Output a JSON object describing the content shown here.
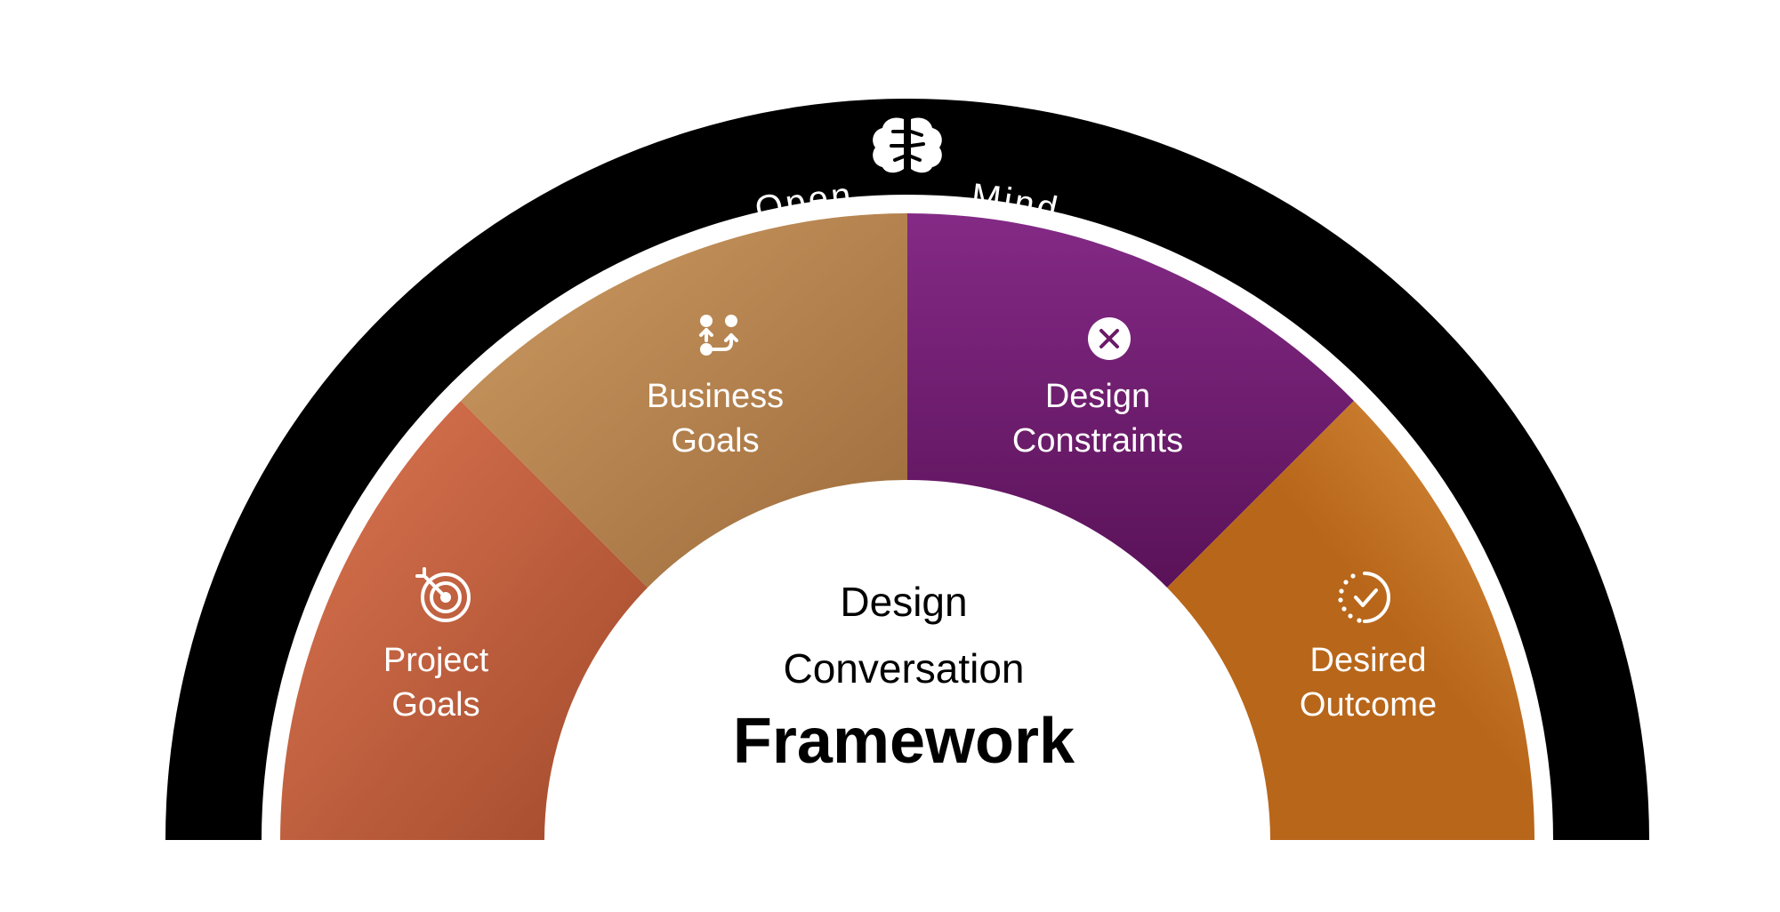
{
  "ring": {
    "left_word": "Open",
    "right_word": "Mind",
    "icon": "brain-icon",
    "color": "#000000"
  },
  "segments": [
    {
      "id": "project-goals",
      "line1": "Project",
      "line2": "Goals",
      "icon": "target-icon",
      "color_light": "#dc7552",
      "color_dark": "#a14a2b"
    },
    {
      "id": "business-goals",
      "line1": "Business",
      "line2": "Goals",
      "icon": "workflow-icon",
      "color_light": "#cd9a62",
      "color_dark": "#9c6b3b"
    },
    {
      "id": "design-constraints",
      "line1": "Design",
      "line2": "Constraints",
      "icon": "close-circle-icon",
      "color_light": "#842a86",
      "color_dark": "#5a1258"
    },
    {
      "id": "desired-outcome",
      "line1": "Desired",
      "line2": "Outcome",
      "icon": "progress-check-icon",
      "color_light": "#db9241",
      "color_dark": "#b8661a"
    }
  ],
  "center": {
    "line1": "Design",
    "line2": "Conversation",
    "line3": "Framework"
  }
}
